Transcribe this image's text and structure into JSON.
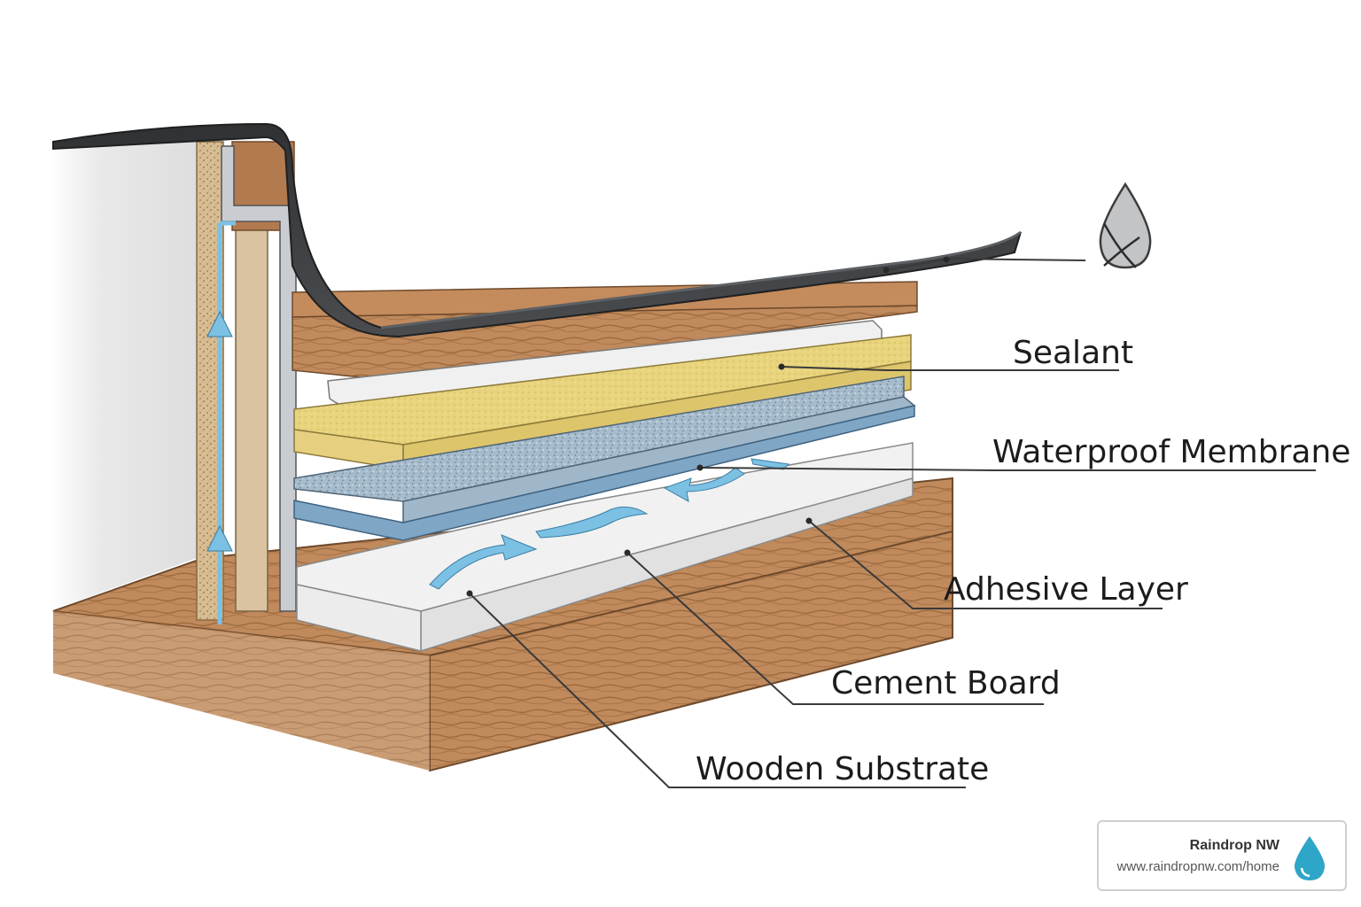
{
  "labels": {
    "sealant": "Sealant",
    "waterproof_membrane": "Waterproof Membrane",
    "adhesive_layer": "Adhesive Layer",
    "cement_board": "Cement Board",
    "wooden_substrate": "Wooden Substrate"
  },
  "brand": {
    "name": "Raindrop NW",
    "url": "www.raindropnw.com/home"
  },
  "icons": {
    "water_drop_crossed": "water-drop-crossed-icon",
    "brand_drop": "water-drop-icon"
  },
  "colors": {
    "wood": "#b9835a",
    "membrane": "#3e4043",
    "foam": "#e8d47c",
    "granular": "#a9bfd0",
    "cement": "#ececec",
    "water_arrow": "#7cc0e4",
    "brand_drop": "#2ea6c7"
  }
}
